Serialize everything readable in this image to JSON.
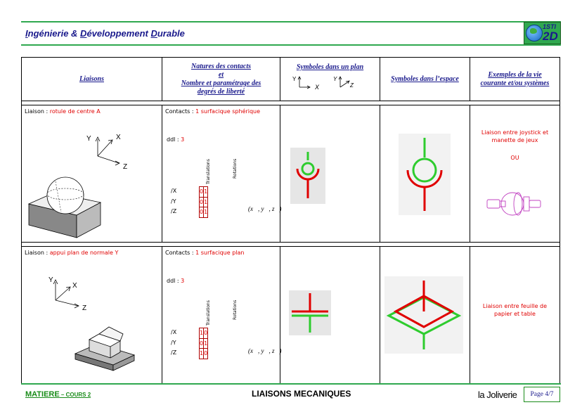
{
  "header": {
    "title_parts": [
      {
        "t": "I",
        "u": true
      },
      {
        "t": "ngénierie & ",
        "u": false
      },
      {
        "t": "D",
        "u": true
      },
      {
        "t": "éveloppement ",
        "u": false
      },
      {
        "t": "D",
        "u": true
      },
      {
        "t": "urable",
        "u": false
      }
    ],
    "logo_top": "1STI",
    "logo_big": "2D"
  },
  "columns": {
    "liaisons": "Liaisons",
    "natures_line1": "Natures des contacts",
    "natures_line2": "et",
    "natures_line3": "Nombre et paramétrage des",
    "natures_line4": "degrés de liberté",
    "plan": "Symboles dans un plan",
    "espace": "Symboles dans l’espace",
    "exemples_line1": "Exemples de la vie",
    "exemples_line2": "courante et/ou systèmes"
  },
  "axes": {
    "x": "X",
    "y": "Y",
    "z": "Z"
  },
  "rows": [
    {
      "liaison_prefix": "Liaison : ",
      "liaison_name": "rotule de centre A",
      "contacts_prefix": "Contacts : ",
      "contacts_value": "1 surfacique sphérique",
      "ddl_prefix": "ddl : ",
      "ddl_value": "3",
      "translations": [
        0,
        0,
        0
      ],
      "rotations": [
        1,
        1,
        1
      ],
      "example_line1": "Liaison entre joystick et",
      "example_line2": "manette de jeux",
      "example_ou": "OU"
    },
    {
      "liaison_prefix": "Liaison : ",
      "liaison_name": "appui plan de normale Y",
      "contacts_prefix": "Contacts : ",
      "contacts_value": "1 surfacique plan",
      "ddl_prefix": "ddl : ",
      "ddl_value": "3",
      "translations": [
        1,
        0,
        1
      ],
      "rotations": [
        0,
        1,
        0
      ],
      "example_line1": "Liaison entre feuille de",
      "example_line2": "papier et table"
    }
  ],
  "dof": {
    "col_translations": "Translations",
    "col_rotations": "Rotations",
    "axis_x": "/X",
    "axis_y": "/Y",
    "axis_z": "/Z",
    "vectors": "(x⃗, y⃗, z⃗)"
  },
  "footer": {
    "left_main": "MATIERE",
    "left_small": " – COURS 2",
    "middle": "LIAISONS MECANIQUES",
    "brand": "la Joliverie",
    "page": "Page 4/7"
  },
  "colors": {
    "green": "#2fa84f",
    "red": "#e00000",
    "navy": "#1a1a8c",
    "magenta": "#c040c0"
  }
}
